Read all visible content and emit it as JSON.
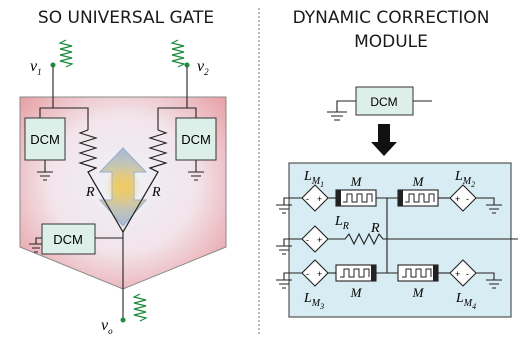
{
  "titles": {
    "left": "SO UNIVERSAL GATE",
    "right_line1": "DYNAMIC CORRECTION",
    "right_line2": "MODULE"
  },
  "gate": {
    "dcm_label": "DCM",
    "resistor_label": "R",
    "inputs": [
      {
        "name": "v",
        "sub": "1"
      },
      {
        "name": "v",
        "sub": "2"
      }
    ],
    "output": {
      "name": "v",
      "sub": "o"
    }
  },
  "module": {
    "dcm_label": "DCM",
    "memristor_label": "M",
    "resistor_label": "R",
    "inductors": [
      {
        "name": "L",
        "sub": "M",
        "subsub": "1"
      },
      {
        "name": "L",
        "sub": "M",
        "subsub": "2"
      },
      {
        "name": "L",
        "sub": "R",
        "subsub": ""
      },
      {
        "name": "L",
        "sub": "M",
        "subsub": "3"
      },
      {
        "name": "L",
        "sub": "M",
        "subsub": "4"
      }
    ],
    "source_plus": "+",
    "source_minus": "-"
  },
  "colors": {
    "gate_fill_outer": "#e8a3a8",
    "gate_fill_inner": "#eef2f8",
    "module_fill": "#d8ecf3",
    "box_fill": "#dcefe9",
    "wire": "#222222",
    "input_source": "#1e8a3a"
  }
}
